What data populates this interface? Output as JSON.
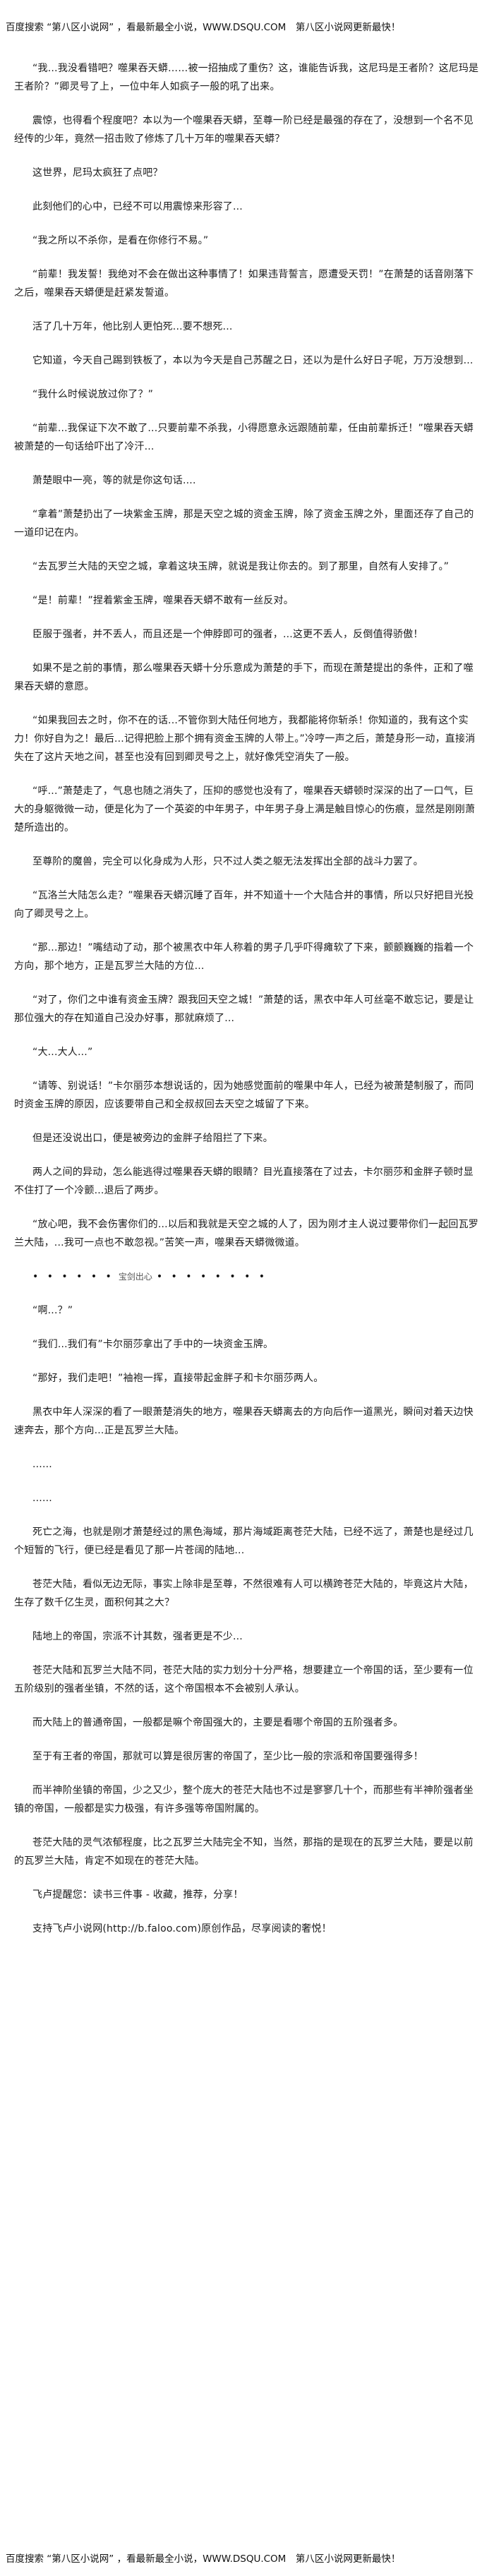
{
  "header_banner": "百度搜索 “第八区小说网” ，看最新最全小说，WWW.DSQU.COM　第八区小说网更新最快！",
  "footer_banner": "百度搜索 “第八区小说网” ，看最新最全小说，WWW.DSQU.COM　第八区小说网更新最快！",
  "paragraphs": [
    "“我…我没看错吧？噬果吞天蟒……被一招抽成了重伤？这，谁能告诉我，这尼玛是王者阶？这尼玛是王者阶？”卿灵号了上，一位中年人如疯子一般的吼了出来。",
    "震惊，也得看个程度吧？本以为一个噬果吞天蟒，至尊一阶已经是最强的存在了，没想到一个名不见经传的少年，竟然一招击败了修炼了几十万年的噬果吞天蟒？",
    "这世界，尼玛太疯狂了点吧？",
    "此刻他们的心中，已经不可以用震惊来形容了...",
    "“我之所以不杀你，是看在你修行不易。”",
    "“前辈！我发誓！我绝对不会在做出这种事情了！如果违背誓言，愿遭受天罚！”在萧楚的话音刚落下之后，噬果吞天蟒便是赶紧发誓道。",
    "活了几十万年，他比别人更怕死...要不想死...",
    "它知道，今天自己踢到铁板了，本以为今天是自己苏醒之日，还以为是什么好日子呢，万万没想到...",
    "“我什么时候说放过你了？”",
    "“前辈...我保证下次不敢了...只要前辈不杀我，小得愿意永远跟随前辈，任由前辈拆迁！”噬果吞天蟒被萧楚的一句话给吓出了冷汗...",
    "萧楚眼中一亮，等的就是你这句话....",
    "“拿着”萧楚扔出了一块紫金玉牌，那是天空之城的资金玉牌，除了资金玉牌之外，里面还存了自己的一道印记在内。",
    "“去瓦罗兰大陆的天空之城，拿着这块玉牌，就说是我让你去的。到了那里，自然有人安排了。”",
    "“是！前辈！”捏着紫金玉牌，噬果吞天蟒不敢有一丝反对。",
    "臣服于强者，并不丢人，而且还是一个伸脖即可的强者，...这更不丢人，反倒值得骄傲！",
    "如果不是之前的事情，那么噬果吞天蟒十分乐意成为萧楚的手下，而现在萧楚提出的条件，正和了噬果吞天蟒的意愿。",
    "“如果我回去之时，你不在的话...不管你到大陆任何地方，我都能将你斩杀！你知道的，我有这个实力！你好自为之！最后...记得把脸上那个拥有资金玉牌的人带上。”冷哼一声之后，萧楚身形一动，直接消失在了这片天地之间，甚至也没有回到卿灵号之上，就好像凭空消失了一般。",
    "“呼...”萧楚走了，气息也随之消失了，压抑的感觉也没有了，噬果吞天蟒顿时深深的出了一口气，巨大的身躯微微一动，便是化为了一个英姿的中年男子，中年男子身上满是触目惊心的伤痕，显然是刚刚萧楚所造出的。",
    "至尊阶的魔兽，完全可以化身成为人形，只不过人类之躯无法发挥出全部的战斗力罢了。",
    "“瓦洛兰大陆怎么走？”噬果吞天蟒沉睡了百年，并不知道十一个大陆合并的事情，所以只好把目光投向了卿灵号之上。",
    "“那...那边！”嘴结动了动，那个被黑衣中年人称着的男子几乎吓得瘫软了下来，颤颤巍巍的指着一个方向，那个地方，正是瓦罗兰大陆的方位...",
    "“对了，你们之中谁有资金玉牌？跟我回天空之城！”萧楚的话，黑衣中年人可丝毫不敢忘记，要是让那位强大的存在知道自己没办好事，那就麻烦了...",
    "“大...大人...”",
    "“请等、别说话！”卡尔丽莎本想说话的，因为她感觉面前的噬果中年人，已经为被萧楚制服了，而同时资金玉牌的原因，应该要带自己和全叔叔回去天空之城留了下来。",
    "但是还没说出口，便是被旁边的金胖子给阻拦了下来。",
    "两人之间的异动，怎么能逃得过噬果吞天蟒的眼睛？目光直接落在了过去，卡尔丽莎和金胖子顿时显不住打了一个冷颤...退后了两步。",
    "“放心吧，我不会伤害你们的...以后和我就是天空之城的人了，因为刚才主人说过要带你们一起回瓦罗兰大陆，...我可一点也不敢忽视。”苦笑一声，噬果吞天蟒微微道。",
    "“啊...？”",
    "“我们...我们有”卡尔丽莎拿出了手中的一块资金玉牌。",
    "“那好，我们走吧！”袖袍一挥，直接带起金胖子和卡尔丽莎两人。",
    "黑衣中年人深深的看了一眼萧楚消失的地方，噬果吞天蟒离去的方向后作一道黑光，瞬间对着天边快速奔去，那个方向...正是瓦罗兰大陆。",
    "......",
    "......",
    "死亡之海，也就是刚才萧楚经过的黑色海域，那片海域距离苍茫大陆，已经不远了，萧楚也是经过几个短暂的飞行，便已经是看见了那一片苍阔的陆地...",
    "苍茫大陆，看似无边无际，事实上除非是至尊，不然很难有人可以横跨苍茫大陆的，毕竟这片大陆，生存了数千亿生灵，面积何其之大？",
    "陆地上的帝国，宗派不计其数，强者更是不少...",
    "苍茫大陆和瓦罗兰大陆不同，苍茫大陆的实力划分十分严格，想要建立一个帝国的话，至少要有一位五阶级别的强者坐镇，不然的话，这个帝国根本不会被别人承认。",
    "而大陆上的普通帝国，一般都是嘛个帝国强大的，主要是看哪个帝国的五阶强者多。",
    "至于有王者的帝国，那就可以算是很厉害的帝国了，至少比一般的宗派和帝国要强得多！",
    "而半神阶坐镇的帝国，少之又少，整个庞大的苍茫大陆也不过是寥寥几十个，而那些有半神阶强者坐镇的帝国，一般都是实力极强，有许多强等帝国附属的。",
    "苍茫大陆的灵气浓郁程度，比之瓦罗兰大陆完全不知，当然，那指的是现在的瓦罗兰大陆，要是以前的瓦罗兰大陆，肯定不如现在的苍茫大陆。",
    "飞卢提醒您：读书三件事 - 收藏，推荐，分享！",
    "支持飞卢小说网(http://b.faloo.com)原创作品，尽享阅读的奢悦！"
  ],
  "separator": {
    "left_dots": "• • • • • •",
    "center_word": "宝剑出心",
    "right_dots": "• • • • • • • •"
  }
}
